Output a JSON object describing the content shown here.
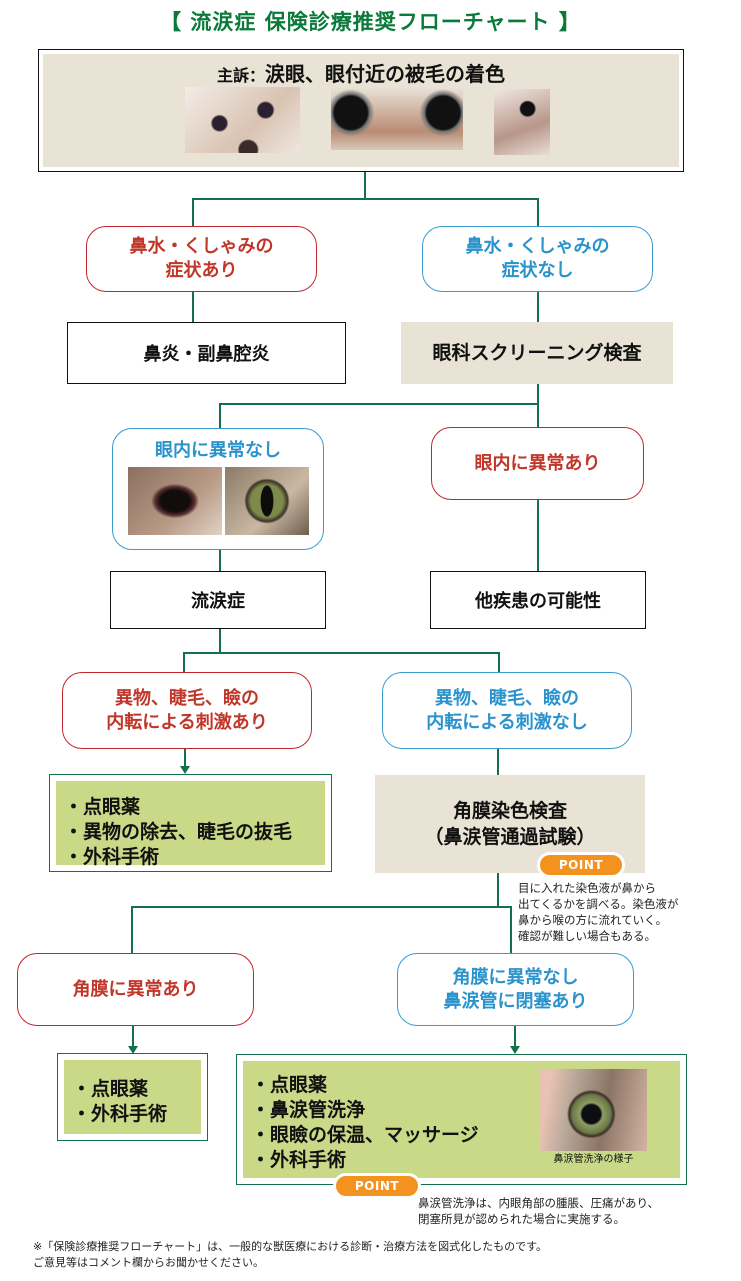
{
  "title": "【 流涙症 保険診療推奨フローチャート 】",
  "chief_complaint": {
    "label": "主訴：",
    "text": "涙眼、眼付近の被毛の着色"
  },
  "branch1": {
    "left": {
      "line1": "鼻水・くしゃみの",
      "line2": "症状あり",
      "result": "鼻炎・副鼻腔炎"
    },
    "right": {
      "line1": "鼻水・くしゃみの",
      "line2": "症状なし",
      "result": "眼科スクリーニング検査"
    }
  },
  "branch2": {
    "left": {
      "label": "眼内に異常なし",
      "result": "流涙症"
    },
    "right": {
      "label": "眼内に異常あり",
      "result": "他疾患の可能性"
    }
  },
  "branch3": {
    "left": {
      "line1": "異物、睫毛、瞼の",
      "line2": "内転による刺激あり",
      "treatments": [
        "・点眼薬",
        "・異物の除去、睫毛の抜毛",
        "・外科手術"
      ]
    },
    "right": {
      "line1": "異物、睫毛、瞼の",
      "line2": "内転による刺激なし",
      "exam_line1": "角膜染色検査",
      "exam_line2": "（鼻涙管通過試験）",
      "point_label": "POINT",
      "point_note": [
        "目に入れた染色液が鼻から",
        "出てくるかを調べる。染色液が",
        "鼻から喉の方に流れていく。",
        "確認が難しい場合もある。"
      ]
    }
  },
  "branch4": {
    "left": {
      "label": "角膜に異常あり",
      "treatments": [
        "・点眼薬",
        "・外科手術"
      ]
    },
    "right": {
      "line1": "角膜に異常なし",
      "line2": "鼻涙管に閉塞あり",
      "treatments": [
        "・点眼薬",
        "・鼻涙管洗浄",
        "・眼瞼の保温、マッサージ",
        "・外科手術"
      ],
      "photo_caption": "鼻涙管洗浄の様子",
      "point_label": "POINT",
      "point_note": [
        "鼻涙管洗浄は、内眼角部の腫脹、圧痛があり、",
        "閉塞所見が認められた場合に実施する。"
      ]
    }
  },
  "footer": [
    "※「保険診療推奨フローチャート」は、一般的な獣医療における診断・治療方法を図式化したものです。",
    "ご意見等はコメント欄からお聞かせください。"
  ],
  "colors": {
    "accent_green": "#13704a",
    "red": "#c0372a",
    "blue": "#2a93cc",
    "beige": "#e8e3d4",
    "lime": "#c9d987",
    "orange": "#f3921e"
  }
}
